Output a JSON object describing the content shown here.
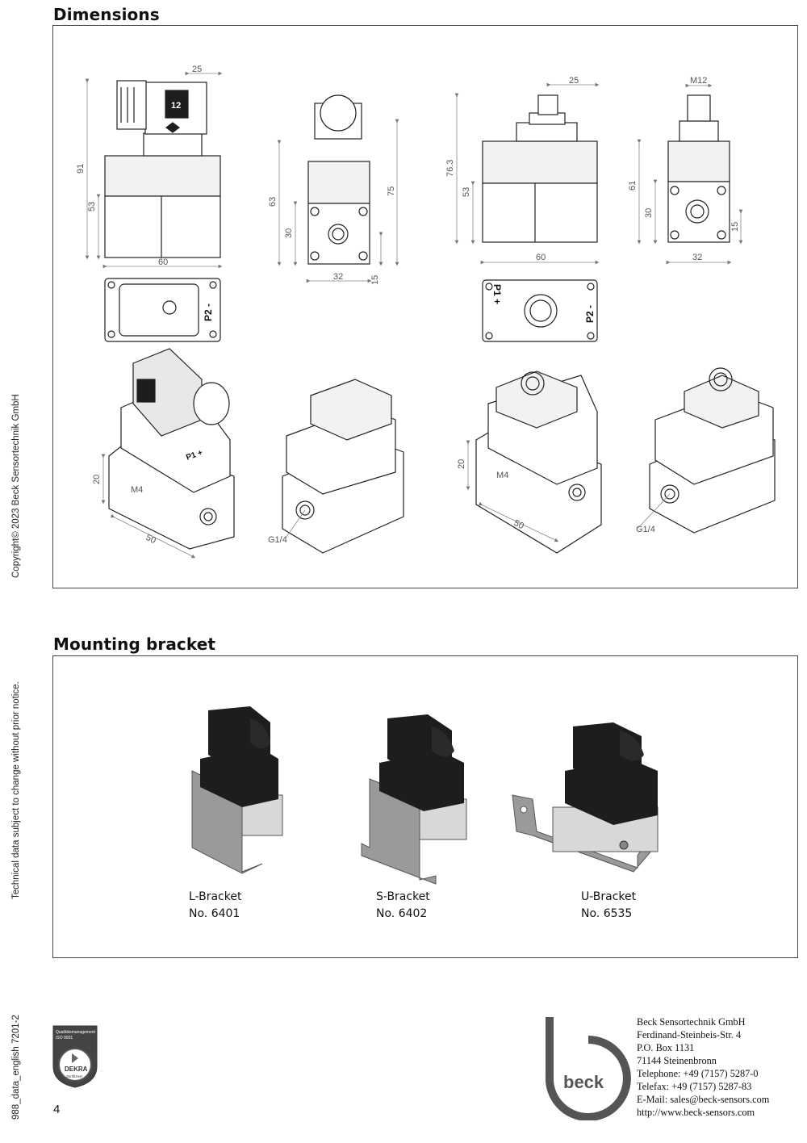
{
  "sidebar": {
    "copyright": "Copyright© 2023  Beck Sensortechnik GmbH",
    "notice": "Technical data subject to change without prior notice.",
    "doc_id": "988_data_english   7201-2"
  },
  "sections": {
    "dimensions_title": "Dimensions",
    "bracket_title": "Mounting bracket"
  },
  "dimensions": {
    "d25a": "25",
    "d91": "91",
    "d53a": "53",
    "d60a": "60",
    "d63": "63",
    "d75": "75",
    "d30a": "30",
    "d15a": "15",
    "d32a": "32",
    "d25b": "25",
    "d763": "76.3",
    "d53b": "53",
    "d60b": "60",
    "m12": "M12",
    "d61": "61",
    "d30b": "30",
    "d15b": "15",
    "d32b": "32",
    "p1": "P1 +",
    "p2": "P2 -",
    "p1b": "P1 +",
    "p2b": "P2 -",
    "d20a": "20",
    "m4a": "M4",
    "d50a": "50",
    "g14a": "G1/4",
    "d20b": "20",
    "m4b": "M4",
    "d50b": "50",
    "g14b": "G1/4",
    "connector_mark": "12"
  },
  "brackets": [
    {
      "name": "L-Bracket",
      "number": "No. 6401"
    },
    {
      "name": "S-Bracket",
      "number": "No. 6402"
    },
    {
      "name": "U-Bracket",
      "number": "No. 6535"
    }
  ],
  "footer": {
    "page_number": "4",
    "cert_line1": "Qualitätsmanagement",
    "cert_line2": "ISO 9001",
    "cert_brand": "DEKRA",
    "cert_status": "Zertifiziert",
    "logo_text": "beck"
  },
  "company": {
    "name": "Beck Sensortechnik GmbH",
    "street": "Ferdinand-Steinbeis-Str. 4",
    "pobox": "P.O. Box 1131",
    "city": "71144 Steinenbronn",
    "telephone": "Telephone: +49 (7157) 5287-0",
    "telefax": "Telefax: +49 (7157) 5287-83",
    "email": "E-Mail: sales@beck-sensors.com",
    "web": "http://www.beck-sensors.com"
  },
  "colors": {
    "border": "#444444",
    "line": "#222222",
    "dim_line": "#888888",
    "product_black": "#1d1d1d",
    "bracket_metal": "#9a9a9a"
  }
}
